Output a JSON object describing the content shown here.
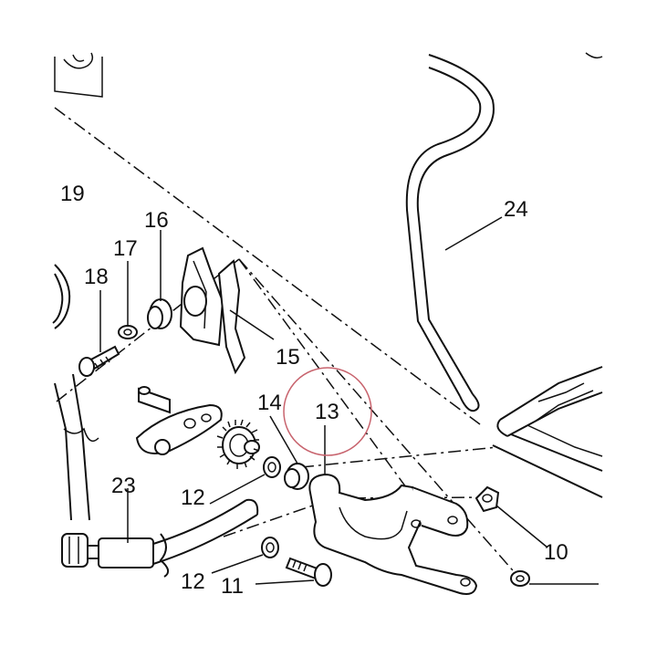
{
  "callouts": {
    "n10": "10",
    "n11": "11",
    "n12a": "12",
    "n12b": "12",
    "n13": "13",
    "n14": "14",
    "n15": "15",
    "n16": "16",
    "n17": "17",
    "n18": "18",
    "n19": "19",
    "n23": "23",
    "n24": "24"
  },
  "highlight": {
    "target": "13",
    "color": "#c8646e"
  }
}
